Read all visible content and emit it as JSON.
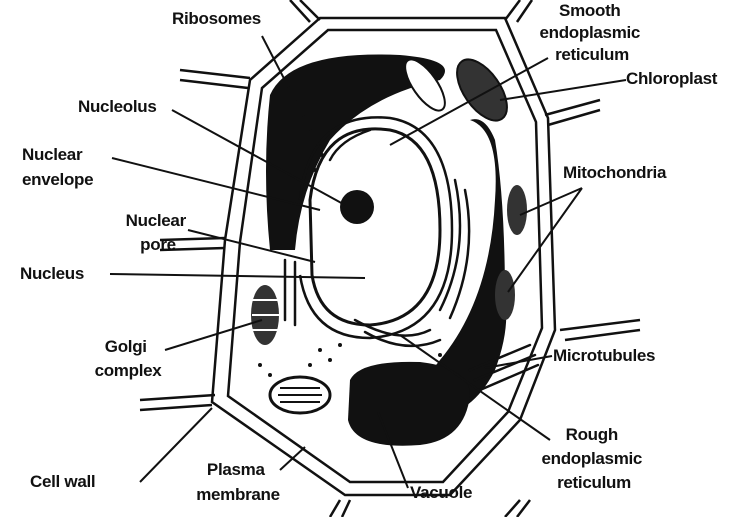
{
  "title": "Plant cell",
  "labels": {
    "ribosomes": "Ribosomes",
    "smooth_er": [
      "Smooth",
      "endoplasmic",
      "reticulum"
    ],
    "chloroplast": "Chloroplast",
    "nucleolus": "Nucleolus",
    "nuclear_envelope": [
      "Nuclear",
      "envelope"
    ],
    "nuclear_pore": [
      "Nuclear",
      "pore"
    ],
    "nucleus": "Nucleus",
    "mitochondria": "Mitochondria",
    "golgi": [
      "Golgi",
      "complex"
    ],
    "microtubules": "Microtubules",
    "rough_er": [
      "Rough",
      "endoplasmic",
      "reticulum"
    ],
    "cell_wall": "Cell wall",
    "plasma_membrane": [
      "Plasma",
      "membrane"
    ],
    "vacuole": "Vacuole"
  }
}
